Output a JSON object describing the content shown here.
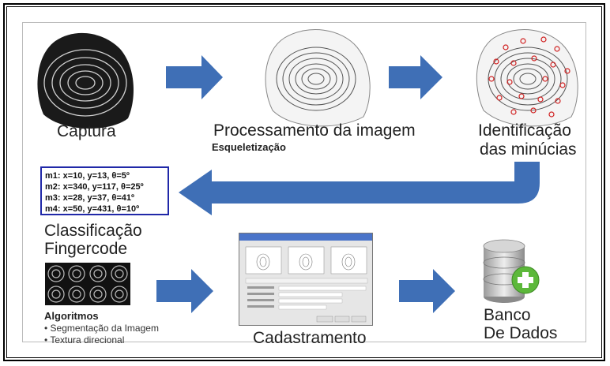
{
  "stages": {
    "capture": {
      "label": "Captura"
    },
    "processing": {
      "label": "Processamento da imagem",
      "sublabel": "Esqueletização"
    },
    "minutiae": {
      "label_line1": "Identificação",
      "label_line2": "das minúcias"
    },
    "classification": {
      "label_line1": "Classificação",
      "label_line2": "Fingercode"
    },
    "registration": {
      "label": "Cadastramento"
    },
    "database": {
      "label_line1": "Banco",
      "label_line2": "De Dados"
    }
  },
  "minutiae_list": [
    "m1: x=10, y=13, θ=5º",
    "m2: x=340, y=117, θ=25º",
    "m3: x=28, y=37, θ=41º",
    "m4: x=50, y=431, θ=10º"
  ],
  "algorithms": {
    "title": "Algoritmos",
    "items": [
      "• Segmentação da Imagem",
      "• Textura direcional"
    ]
  },
  "colors": {
    "arrow": "#3f6fb6",
    "box_border": "#2028a8",
    "plus": "#5cb83a"
  },
  "icons": [
    "fingerprint-icon",
    "skeleton-fingerprint-icon",
    "minutiae-fingerprint-icon",
    "fingercode-icon",
    "database-icon",
    "software-window-icon"
  ]
}
